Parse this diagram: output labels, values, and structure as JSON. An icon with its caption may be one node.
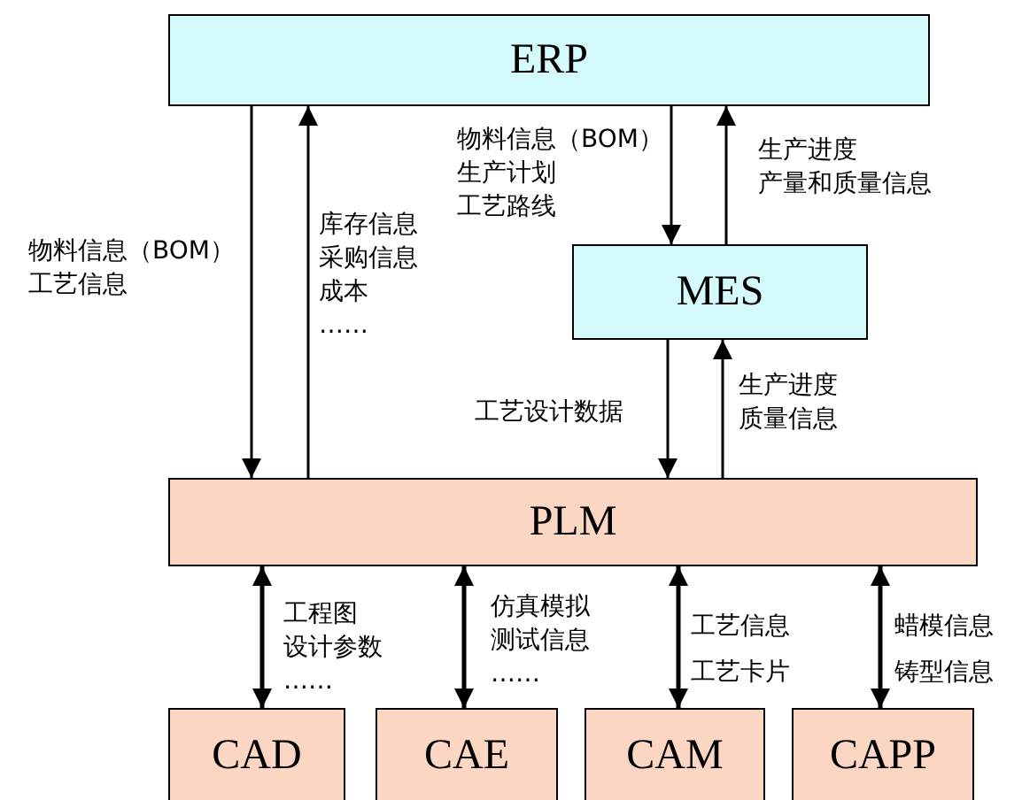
{
  "diagram": {
    "nodes": [
      {
        "text": [
          "ERP"
        ]
      },
      {
        "text": [
          "MES"
        ]
      },
      {
        "text": [
          "PLM"
        ]
      },
      {
        "text": [
          "CAD"
        ]
      },
      {
        "text": [
          "CAE"
        ]
      },
      {
        "text": [
          "CAM"
        ]
      },
      {
        "text": [
          "CAPP"
        ]
      }
    ],
    "edges": [
      {
        "from": 0,
        "to": 2,
        "arrow": "to",
        "label": "物料信息（BOM）工艺信息"
      },
      {
        "from": 2,
        "to": 0,
        "arrow": "to",
        "label": "库存信息采购信息成本……"
      },
      {
        "from": 0,
        "to": 1,
        "arrow": "to",
        "label": "物料信息（BOM）生产计划工艺路线"
      },
      {
        "from": 1,
        "to": 0,
        "arrow": "to",
        "label": "生产进度产量和质量信息"
      },
      {
        "from": 1,
        "to": 2,
        "arrow": "to",
        "label": "工艺设计数据"
      },
      {
        "from": 2,
        "to": 1,
        "arrow": "to",
        "label": "生产进度质量信息"
      },
      {
        "from": 2,
        "to": 3,
        "arrow": "both",
        "label": "工程图设计参数……"
      },
      {
        "from": 2,
        "to": 4,
        "arrow": "both",
        "label": "仿真模拟测试信息……"
      },
      {
        "from": 2,
        "to": 5,
        "arrow": "both",
        "label": "工艺信息工艺卡片"
      },
      {
        "from": 2,
        "to": 6,
        "arrow": "both",
        "label": "蜡模信息铸型信息"
      }
    ]
  }
}
